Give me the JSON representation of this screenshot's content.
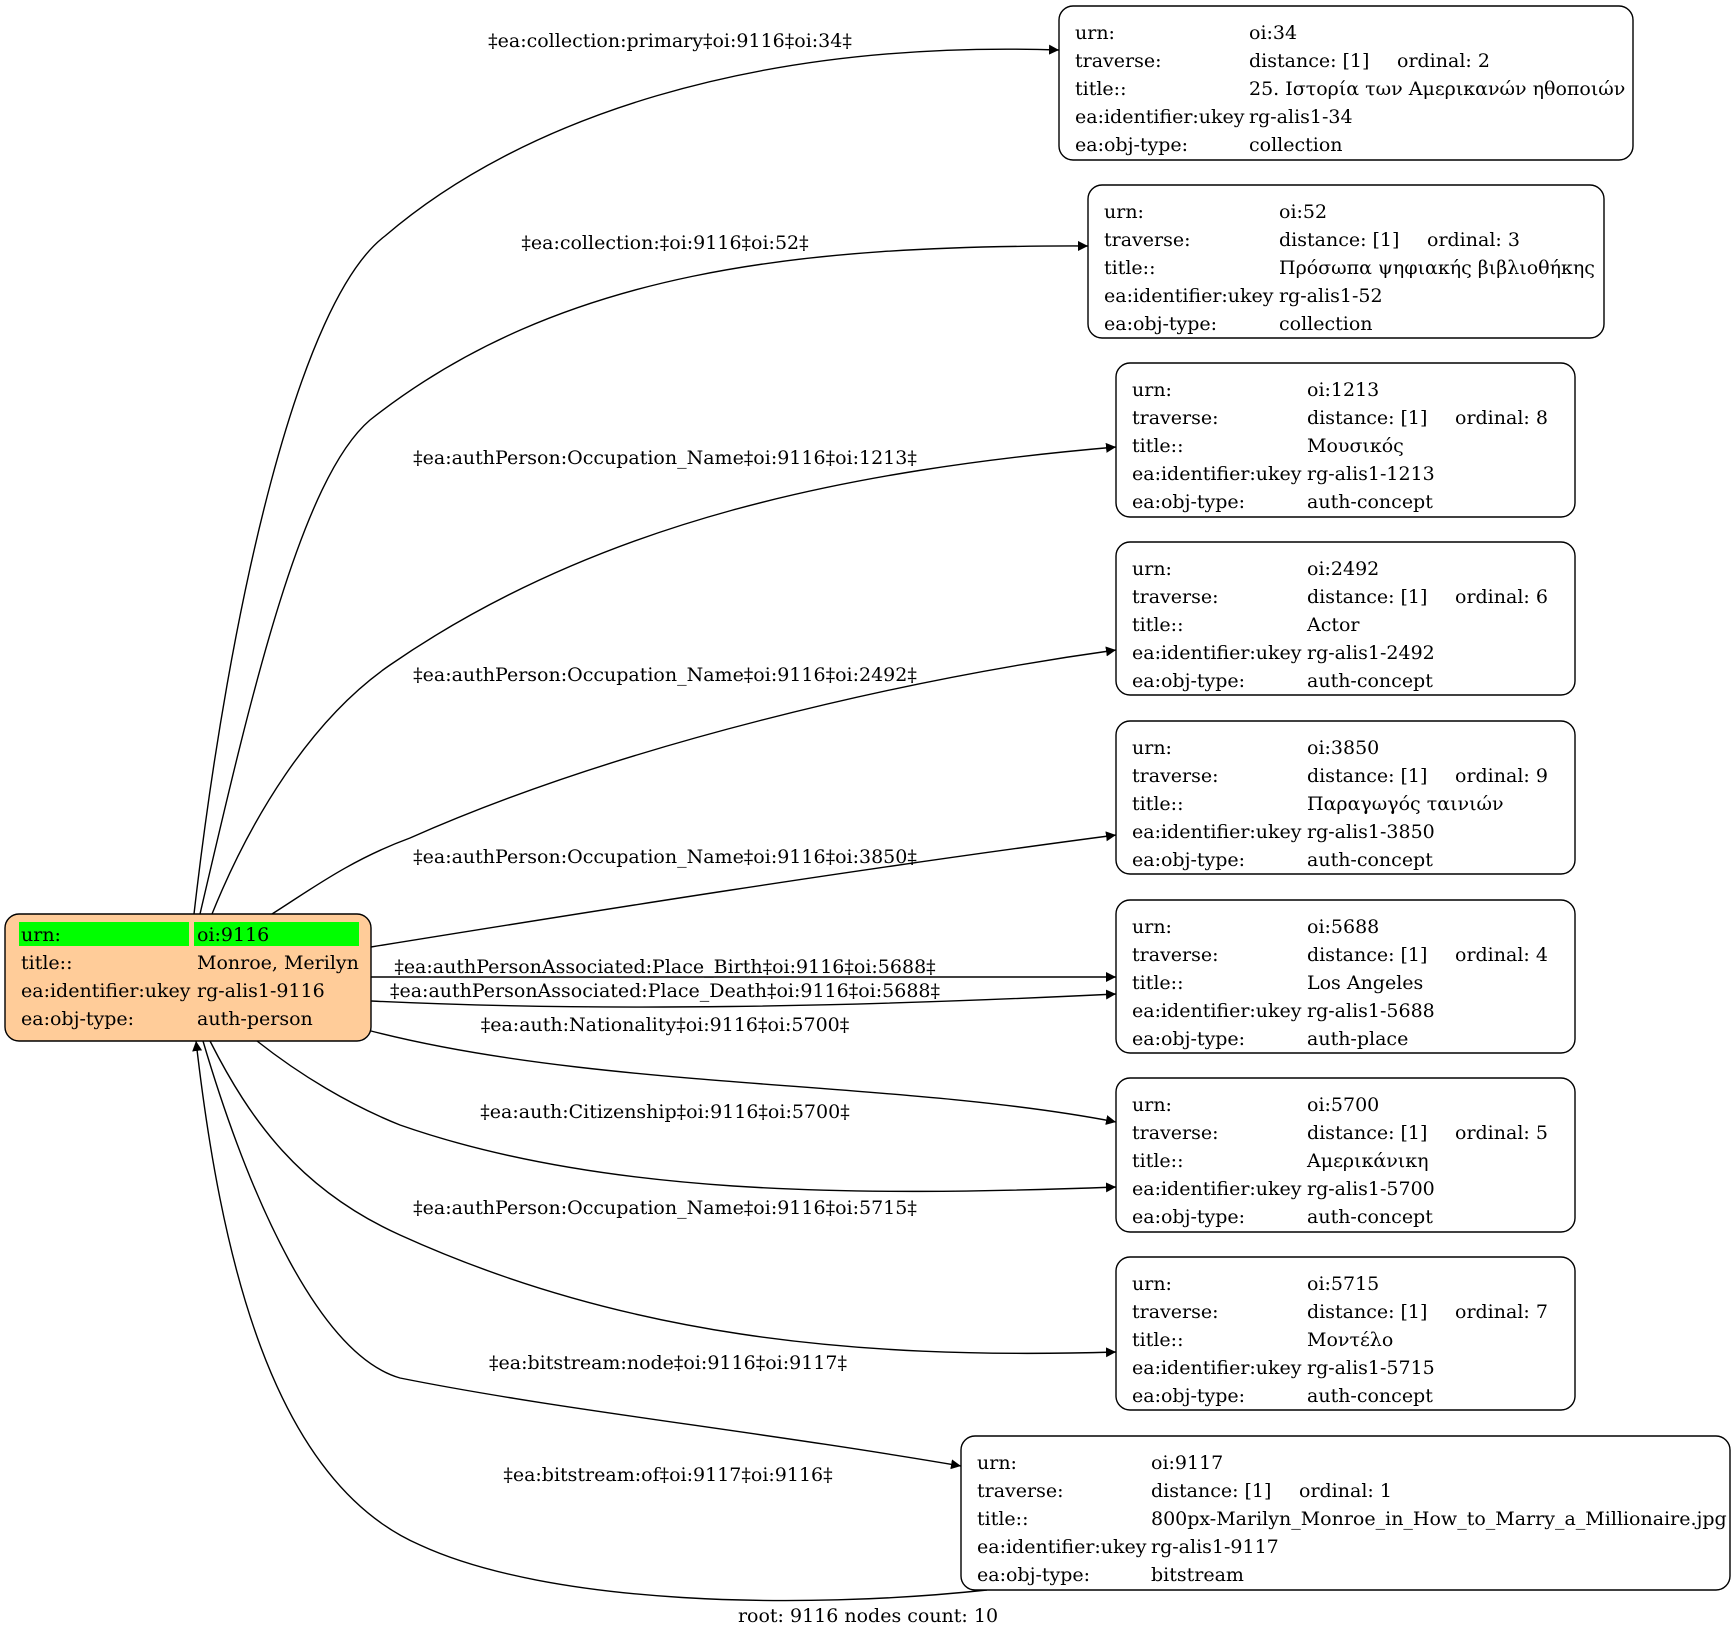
{
  "graph": {
    "root_node": {
      "bg": "#ffcc99",
      "highlight": "#00ff00",
      "rows": [
        {
          "key": "urn:",
          "value": "oi:9116"
        },
        {
          "key": "title::",
          "value": "Monroe, Merilyn"
        },
        {
          "key": "ea:identifier:ukey",
          "value": "rg-alis1-9116"
        },
        {
          "key": "ea:obj-type:",
          "value": "auth-person"
        }
      ]
    },
    "nodes": [
      {
        "urn": "oi:34",
        "distance": "distance: [1]",
        "ordinal": "ordinal: 2",
        "title": "25. Ιστορία των Αμερικανών ηθοποιών",
        "ukey": "rg-alis1-34",
        "type": "collection"
      },
      {
        "urn": "oi:52",
        "distance": "distance: [1]",
        "ordinal": "ordinal: 3",
        "title": "Πρόσωπα ψηφιακής βιβλιοθήκης",
        "ukey": "rg-alis1-52",
        "type": "collection"
      },
      {
        "urn": "oi:1213",
        "distance": "distance: [1]",
        "ordinal": "ordinal: 8",
        "title": "Μουσικός",
        "ukey": "rg-alis1-1213",
        "type": "auth-concept"
      },
      {
        "urn": "oi:2492",
        "distance": "distance: [1]",
        "ordinal": "ordinal: 6",
        "title": "Actor",
        "ukey": "rg-alis1-2492",
        "type": "auth-concept"
      },
      {
        "urn": "oi:3850",
        "distance": "distance: [1]",
        "ordinal": "ordinal: 9",
        "title": "Παραγωγός ταινιών",
        "ukey": "rg-alis1-3850",
        "type": "auth-concept"
      },
      {
        "urn": "oi:5688",
        "distance": "distance: [1]",
        "ordinal": "ordinal: 4",
        "title": "Los Angeles",
        "ukey": "rg-alis1-5688",
        "type": "auth-place"
      },
      {
        "urn": "oi:5700",
        "distance": "distance: [1]",
        "ordinal": "ordinal: 5",
        "title": "Αμερικάνικη",
        "ukey": "rg-alis1-5700",
        "type": "auth-concept"
      },
      {
        "urn": "oi:5715",
        "distance": "distance: [1]",
        "ordinal": "ordinal: 7",
        "title": "Μοντέλο",
        "ukey": "rg-alis1-5715",
        "type": "auth-concept"
      },
      {
        "urn": "oi:9117",
        "distance": "distance: [1]",
        "ordinal": "ordinal: 1",
        "title": "800px-Marilyn_Monroe_in_How_to_Marry_a_Millionaire.jpg",
        "ukey": "rg-alis1-9117",
        "type": "bitstream"
      }
    ],
    "row_keys": {
      "urn": "urn:",
      "traverse": "traverse:",
      "title": "title::",
      "ukey": "ea:identifier:ukey",
      "type": "ea:obj-type:"
    },
    "edges": [
      {
        "label": "‡ea:collection:primary‡oi:9116‡oi:34‡",
        "from": "root",
        "to": 0
      },
      {
        "label": "‡ea:collection:‡oi:9116‡oi:52‡",
        "from": "root",
        "to": 1
      },
      {
        "label": "‡ea:authPerson:Occupation_Name‡oi:9116‡oi:1213‡",
        "from": "root",
        "to": 2
      },
      {
        "label": "‡ea:authPerson:Occupation_Name‡oi:9116‡oi:2492‡",
        "from": "root",
        "to": 3
      },
      {
        "label": "‡ea:authPerson:Occupation_Name‡oi:9116‡oi:3850‡",
        "from": "root",
        "to": 4
      },
      {
        "label": "‡ea:authPersonAssociated:Place_Birth‡oi:9116‡oi:5688‡",
        "from": "root",
        "to": 5
      },
      {
        "label": "‡ea:authPersonAssociated:Place_Death‡oi:9116‡oi:5688‡",
        "from": "root",
        "to": 5
      },
      {
        "label": "‡ea:auth:Nationality‡oi:9116‡oi:5700‡",
        "from": "root",
        "to": 6
      },
      {
        "label": "‡ea:auth:Citizenship‡oi:9116‡oi:5700‡",
        "from": "root",
        "to": 6
      },
      {
        "label": "‡ea:authPerson:Occupation_Name‡oi:9116‡oi:5715‡",
        "from": "root",
        "to": 7
      },
      {
        "label": "‡ea:bitstream:node‡oi:9116‡oi:9117‡",
        "from": "root",
        "to": 8
      },
      {
        "label": "‡ea:bitstream:of‡oi:9117‡oi:9116‡",
        "from": 8,
        "to": "root"
      }
    ],
    "footer": "root: 9116 nodes count: 10"
  }
}
